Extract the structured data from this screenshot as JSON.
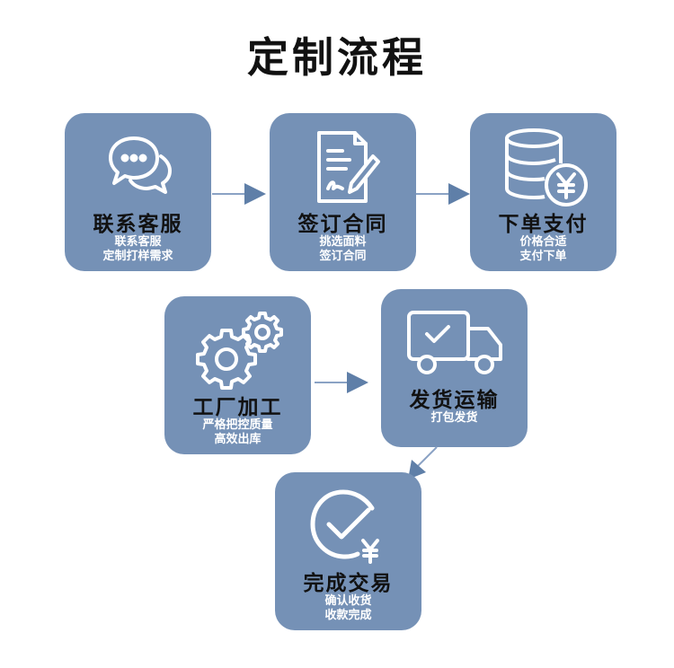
{
  "title": "定制流程",
  "colors": {
    "card": "#7591b6",
    "arrow": "#6e8fb6",
    "title": "#111111"
  },
  "steps": [
    {
      "label": "联系客服",
      "sub": [
        "联系客服",
        "定制打样需求"
      ],
      "icon": "chat-bubbles-icon"
    },
    {
      "label": "签订合同",
      "sub": [
        "挑选面料",
        "签订合同"
      ],
      "icon": "contract-signing-icon"
    },
    {
      "label": "下单支付",
      "sub": [
        "价格合适",
        "支付下单"
      ],
      "icon": "coin-stack-yen-icon"
    },
    {
      "label": "工厂加工",
      "sub": [
        "严格把控质量",
        "高效出库"
      ],
      "icon": "gears-icon"
    },
    {
      "label": "发货运输",
      "sub": [
        "打包发货"
      ],
      "icon": "delivery-truck-icon"
    },
    {
      "label": "完成交易",
      "sub": [
        "确认收货",
        "收款完成"
      ],
      "icon": "check-yen-icon"
    }
  ]
}
